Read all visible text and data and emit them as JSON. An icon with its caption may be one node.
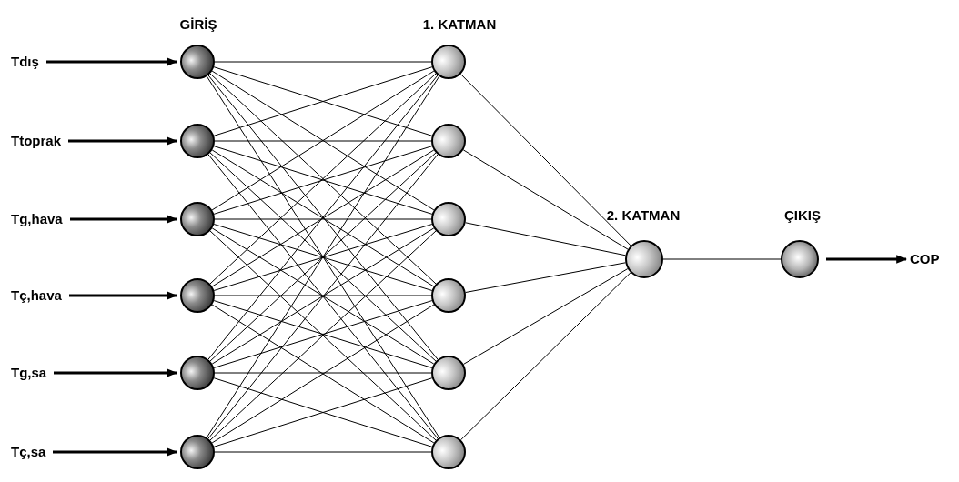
{
  "diagram": {
    "nodes": [
      {
        "text": [
          "Tdış"
        ]
      },
      {
        "text": [
          "Ttoprak"
        ]
      },
      {
        "text": [
          "Tg,hava"
        ]
      },
      {
        "text": [
          "Tç,hava"
        ]
      },
      {
        "text": [
          "Tg,sa"
        ]
      },
      {
        "text": [
          "Tç,sa"
        ]
      },
      {
        "text": [],
        "shape": "circle"
      },
      {
        "text": [],
        "shape": "circle"
      },
      {
        "text": [],
        "shape": "circle"
      },
      {
        "text": [],
        "shape": "circle"
      },
      {
        "text": [],
        "shape": "circle"
      },
      {
        "text": [],
        "shape": "circle"
      },
      {
        "text": [],
        "shape": "circle"
      },
      {
        "text": [],
        "shape": "circle"
      },
      {
        "text": [],
        "shape": "circle"
      },
      {
        "text": [],
        "shape": "circle"
      },
      {
        "text": [],
        "shape": "circle"
      },
      {
        "text": [],
        "shape": "circle"
      },
      {
        "text": [],
        "shape": "circle"
      },
      {
        "text": [],
        "shape": "circle"
      },
      {
        "text": [
          "COP"
        ]
      }
    ],
    "edges": [
      {
        "from": 0,
        "to": 6,
        "arrow": "to",
        "style": "thick"
      },
      {
        "from": 1,
        "to": 7,
        "arrow": "to",
        "style": "thick"
      },
      {
        "from": 2,
        "to": 8,
        "arrow": "to",
        "style": "thick"
      },
      {
        "from": 3,
        "to": 9,
        "arrow": "to",
        "style": "thick"
      },
      {
        "from": 4,
        "to": 10,
        "arrow": "to",
        "style": "thick"
      },
      {
        "from": 5,
        "to": 11,
        "arrow": "to",
        "style": "thick"
      },
      {
        "from": 6,
        "to": 12,
        "arrow": "none"
      },
      {
        "from": 6,
        "to": 13,
        "arrow": "none"
      },
      {
        "from": 6,
        "to": 14,
        "arrow": "none"
      },
      {
        "from": 6,
        "to": 15,
        "arrow": "none"
      },
      {
        "from": 6,
        "to": 16,
        "arrow": "none"
      },
      {
        "from": 6,
        "to": 17,
        "arrow": "none"
      },
      {
        "from": 7,
        "to": 12,
        "arrow": "none"
      },
      {
        "from": 7,
        "to": 13,
        "arrow": "none"
      },
      {
        "from": 7,
        "to": 14,
        "arrow": "none"
      },
      {
        "from": 7,
        "to": 15,
        "arrow": "none"
      },
      {
        "from": 7,
        "to": 16,
        "arrow": "none"
      },
      {
        "from": 7,
        "to": 17,
        "arrow": "none"
      },
      {
        "from": 8,
        "to": 12,
        "arrow": "none"
      },
      {
        "from": 8,
        "to": 13,
        "arrow": "none"
      },
      {
        "from": 8,
        "to": 14,
        "arrow": "none"
      },
      {
        "from": 8,
        "to": 15,
        "arrow": "none"
      },
      {
        "from": 8,
        "to": 16,
        "arrow": "none"
      },
      {
        "from": 8,
        "to": 17,
        "arrow": "none"
      },
      {
        "from": 9,
        "to": 12,
        "arrow": "none"
      },
      {
        "from": 9,
        "to": 13,
        "arrow": "none"
      },
      {
        "from": 9,
        "to": 14,
        "arrow": "none"
      },
      {
        "from": 9,
        "to": 15,
        "arrow": "none"
      },
      {
        "from": 9,
        "to": 16,
        "arrow": "none"
      },
      {
        "from": 9,
        "to": 17,
        "arrow": "none"
      },
      {
        "from": 10,
        "to": 12,
        "arrow": "none"
      },
      {
        "from": 10,
        "to": 13,
        "arrow": "none"
      },
      {
        "from": 10,
        "to": 14,
        "arrow": "none"
      },
      {
        "from": 10,
        "to": 15,
        "arrow": "none"
      },
      {
        "from": 10,
        "to": 16,
        "arrow": "none"
      },
      {
        "from": 10,
        "to": 17,
        "arrow": "none"
      },
      {
        "from": 11,
        "to": 12,
        "arrow": "none"
      },
      {
        "from": 11,
        "to": 13,
        "arrow": "none"
      },
      {
        "from": 11,
        "to": 14,
        "arrow": "none"
      },
      {
        "from": 11,
        "to": 15,
        "arrow": "none"
      },
      {
        "from": 11,
        "to": 16,
        "arrow": "none"
      },
      {
        "from": 11,
        "to": 17,
        "arrow": "none"
      },
      {
        "from": 12,
        "to": 18,
        "arrow": "none"
      },
      {
        "from": 13,
        "to": 18,
        "arrow": "none"
      },
      {
        "from": 14,
        "to": 18,
        "arrow": "none"
      },
      {
        "from": 15,
        "to": 18,
        "arrow": "none"
      },
      {
        "from": 16,
        "to": 18,
        "arrow": "none"
      },
      {
        "from": 17,
        "to": 18,
        "arrow": "none"
      },
      {
        "from": 18,
        "to": 19,
        "arrow": "none"
      },
      {
        "from": 19,
        "to": 20,
        "arrow": "to",
        "style": "thick"
      }
    ],
    "labels": [
      "GİRİŞ",
      "1. KATMAN",
      "2. KATMAN",
      "ÇIKIŞ"
    ]
  }
}
